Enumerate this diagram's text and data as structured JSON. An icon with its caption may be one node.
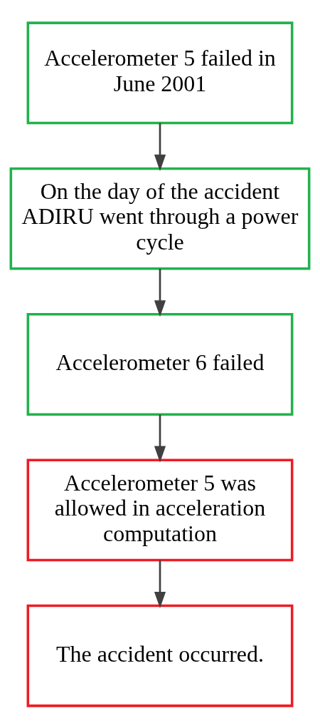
{
  "diagram": {
    "nodes": [
      {
        "text": [
          "Accelerometer 5 failed in June 2001"
        ]
      },
      {
        "text": [
          "On the day of the accident ADIRU went through a power cycle"
        ]
      },
      {
        "text": [
          "Accelerometer 6 failed"
        ]
      },
      {
        "text": [
          "Accelerometer 5 was allowed in acceleration computation"
        ]
      },
      {
        "text": [
          "The accident occurred."
        ]
      }
    ],
    "edges": [
      {
        "from": 0,
        "to": 1,
        "arrow": "to"
      },
      {
        "from": 1,
        "to": 2,
        "arrow": "to"
      },
      {
        "from": 2,
        "to": 3,
        "arrow": "to"
      },
      {
        "from": 3,
        "to": 4,
        "arrow": "to"
      }
    ]
  }
}
